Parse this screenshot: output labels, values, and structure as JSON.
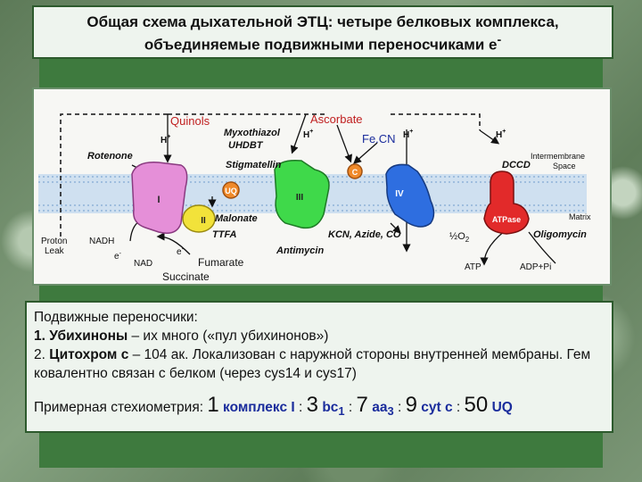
{
  "title": {
    "line1": "Общая схема дыхательной ЭТЦ: четыре белковых комплекса,",
    "line2": "объединяемые подвижными переносчиками е",
    "sup": "-"
  },
  "diagram": {
    "labels": {
      "quinols": "Quinols",
      "ascorbate": "Ascorbate",
      "fecn": "Fe.CN",
      "myxothiazol": "Myxothiazol",
      "uhdbt": "UHDBT",
      "stigmatellin": "Stigmatellin",
      "rotenone": "Rotenone",
      "malonate": "Malonate",
      "ttfa": "TTFA",
      "kcn": "KCN, Azide, CO",
      "antimycin": "Antimycin",
      "dccd": "DCCD",
      "oligomycin": "Oligomycin",
      "intermembrane": "Intermembrane",
      "space": "Space",
      "matrix": "Matrix",
      "proton": "Proton",
      "leak": "Leak",
      "nadh": "NADH",
      "nad": "NAD",
      "fumarate": "Fumarate",
      "succinate": "Succinate",
      "atp": "ATP",
      "adp": "ADP+Pi",
      "atpase": "ATPase",
      "c": "C",
      "uq": "UQ",
      "complex_1": "I",
      "complex_2": "II",
      "complex_3": "III",
      "complex_4": "IV",
      "h": "H",
      "hplus": "+",
      "e": "e",
      "eminus": "-",
      "half": "½",
      "o2": "O",
      "two": "2"
    }
  },
  "carriers": {
    "heading": "Подвижные переносчики:",
    "item1_num": "1.",
    "item1_name": "Убихиноны",
    "item1_rest": " – их много («пул убихинонов»)",
    "item2_num": "2.",
    "item2_name": "Цитохром с",
    "item2_rest": " – 104 ак. Локализован с наружной стороны внутренней мембраны. Гем ковалентно связан с белком (через cys14 и cys17)"
  },
  "stoichiometry": {
    "label": "Примерная стехиометрия:",
    "n1": "1",
    "t1": "комплекс I",
    "sep": ":",
    "n2": "3",
    "t2": "bc",
    "t2sub": "1",
    "n3": "7",
    "t3": "aa",
    "t3sub": "3",
    "n4": "9",
    "t4": "cyt c",
    "n5": "50",
    "t5": "UQ"
  }
}
